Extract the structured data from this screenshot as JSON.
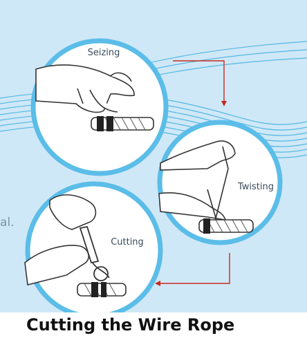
{
  "diagram": {
    "steps": [
      {
        "label": "Seizing"
      },
      {
        "label": "Twisting"
      },
      {
        "label": "Cutting"
      }
    ],
    "fragment_text": "al.",
    "caption": "Cutting the Wire Rope",
    "colors": {
      "background": "#cfe8f7",
      "circle_ring": "#5bbde8",
      "arrow": "#c8281e",
      "wave_lines": "#2aa7dd",
      "caption_text": "#111111"
    }
  }
}
